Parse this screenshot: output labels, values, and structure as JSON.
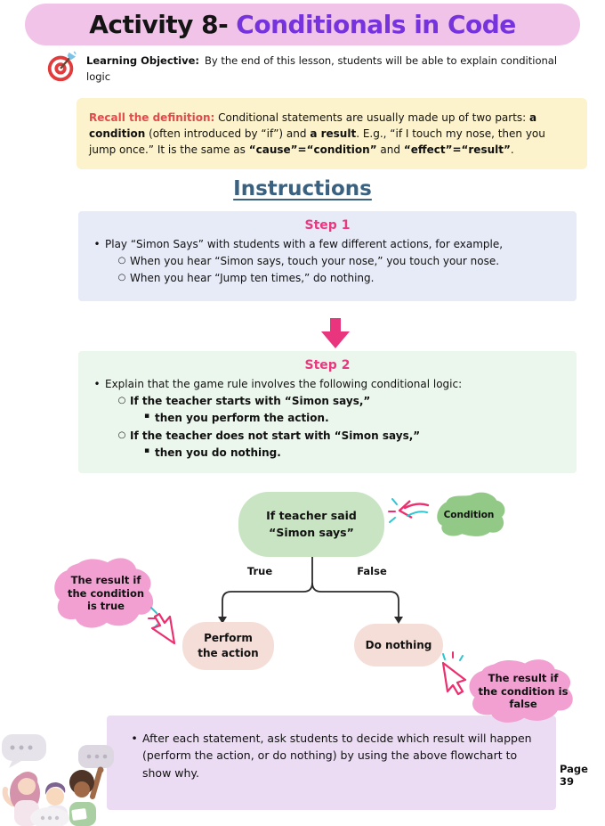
{
  "colors": {
    "banner_bg": "#f2c3e9",
    "title_accent_purple": "#7633dd",
    "recall_bg_yellow": "#fcf3cc",
    "recall_label_red": "#e14b4b",
    "heading_teal": "#3a6180",
    "step_label_pink": "#e8397f",
    "step1_bg": "#e7ebf7",
    "step2_bg": "#ebf6ec",
    "flow_node_green": "#c8e4c2",
    "condition_blob_green": "#92c987",
    "result_pill_pink": "#f5ded8",
    "annotation_blob_pink": "#f2a0d2",
    "note_bg_purple": "#ebdcf4",
    "sketch_pink": "#ec2f6e",
    "sketch_teal": "#2cc5d2"
  },
  "icons": {
    "objective": "target-icon",
    "step_divider": "down-arrow-icon",
    "flow_pointers": "sketch-arrow-icon",
    "footer_art": "students-illustration"
  },
  "title": {
    "prefix": "Activity 8-",
    "accent": "Conditionals in Code"
  },
  "objective": {
    "label": "Learning Objective:",
    "text": "By the end of this lesson, students will be able to explain conditional logic"
  },
  "recall": {
    "label": "Recall the definition:",
    "s1": " Conditional statements are usually made up of two parts: ",
    "b1": "a condition",
    "s2": " (often introduced by “if”) and ",
    "b2": "a result",
    "s3": ". E.g., “if I touch my nose, then you jump once.” It is the same as ",
    "b3": "“cause”=“condition”",
    "s4": " and ",
    "b4": "“effect”=“result”",
    "s5": "."
  },
  "instructions_heading": "Instructions",
  "step1": {
    "label": "Step 1",
    "bullet1": "Play “Simon Says” with students with a few different actions, for example,",
    "bullet2": "When you hear “Simon says, touch your nose,” you touch your nose.",
    "bullet3": "When you hear “Jump ten times,” do nothing."
  },
  "step2": {
    "label": "Step 2",
    "bullet1": "Explain that the game rule involves the following conditional logic:",
    "bullet2": "If the teacher starts with “Simon says,”",
    "bullet3": "then you perform the action.",
    "bullet4": "If the teacher does not start with “Simon says,”",
    "bullet5": "then you do nothing."
  },
  "flowchart": {
    "condition_node": "If teacher said “Simon says”",
    "condition_tag": "Condition",
    "branch_true": "True",
    "branch_false": "False",
    "true_node": "Perform the action",
    "false_node": "Do nothing",
    "true_annotation": "The result if the condition is true",
    "false_annotation": "The result if the condition is false"
  },
  "closing_note": "After each statement, ask students to decide which result will happen (perform the action, or do nothing) by using the above flowchart to show why.",
  "page_number": "Page 39"
}
